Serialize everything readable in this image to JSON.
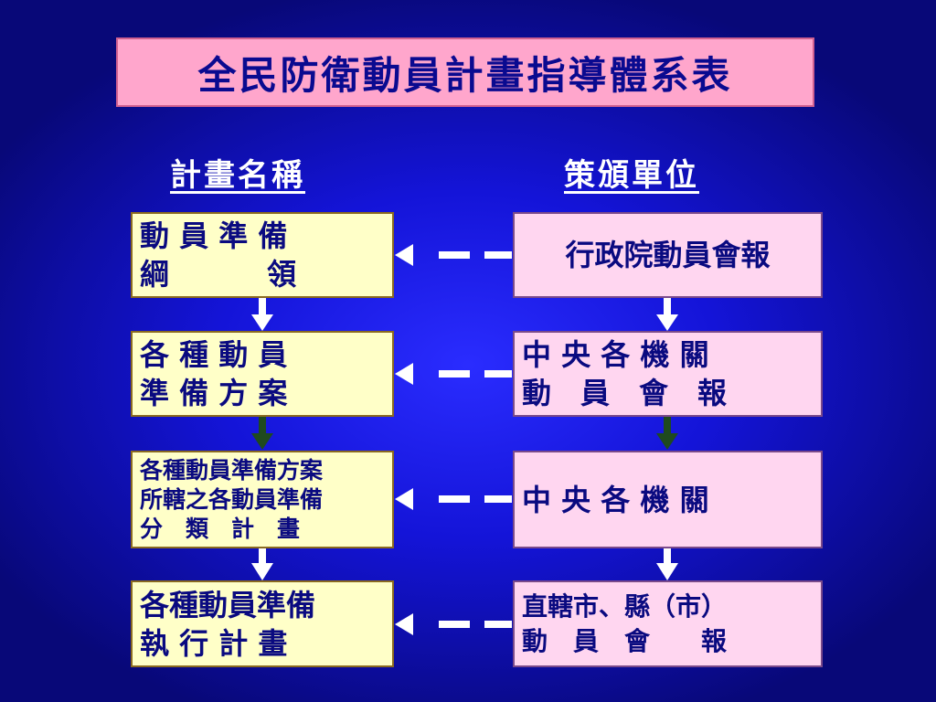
{
  "title": "全民防衛動員計畫指導體系表",
  "headings": {
    "plan": "計畫名稱",
    "unit": "策頒單位"
  },
  "left": [
    {
      "lines": [
        "動 員 準 備",
        "綱　　　 領"
      ]
    },
    {
      "lines": [
        "各 種 動 員",
        "準 備 方 案"
      ]
    },
    {
      "lines": [
        "各種動員準備方案",
        "所轄之各動員準備",
        "分　類　計　畫"
      ]
    },
    {
      "lines": [
        "各種動員準備",
        "執 行 計 畫"
      ]
    }
  ],
  "right": [
    {
      "lines": [
        "行政院動員會報"
      ]
    },
    {
      "lines": [
        "中 央 各 機 關",
        "動　員　會　報"
      ]
    },
    {
      "lines": [
        "中 央 各 機 關"
      ]
    },
    {
      "lines": [
        "直轄市、縣（市）",
        "動　員　會　　報"
      ]
    }
  ],
  "colors": {
    "arrow": "#ffffff",
    "dark_arrow": "#1f4a1f"
  }
}
